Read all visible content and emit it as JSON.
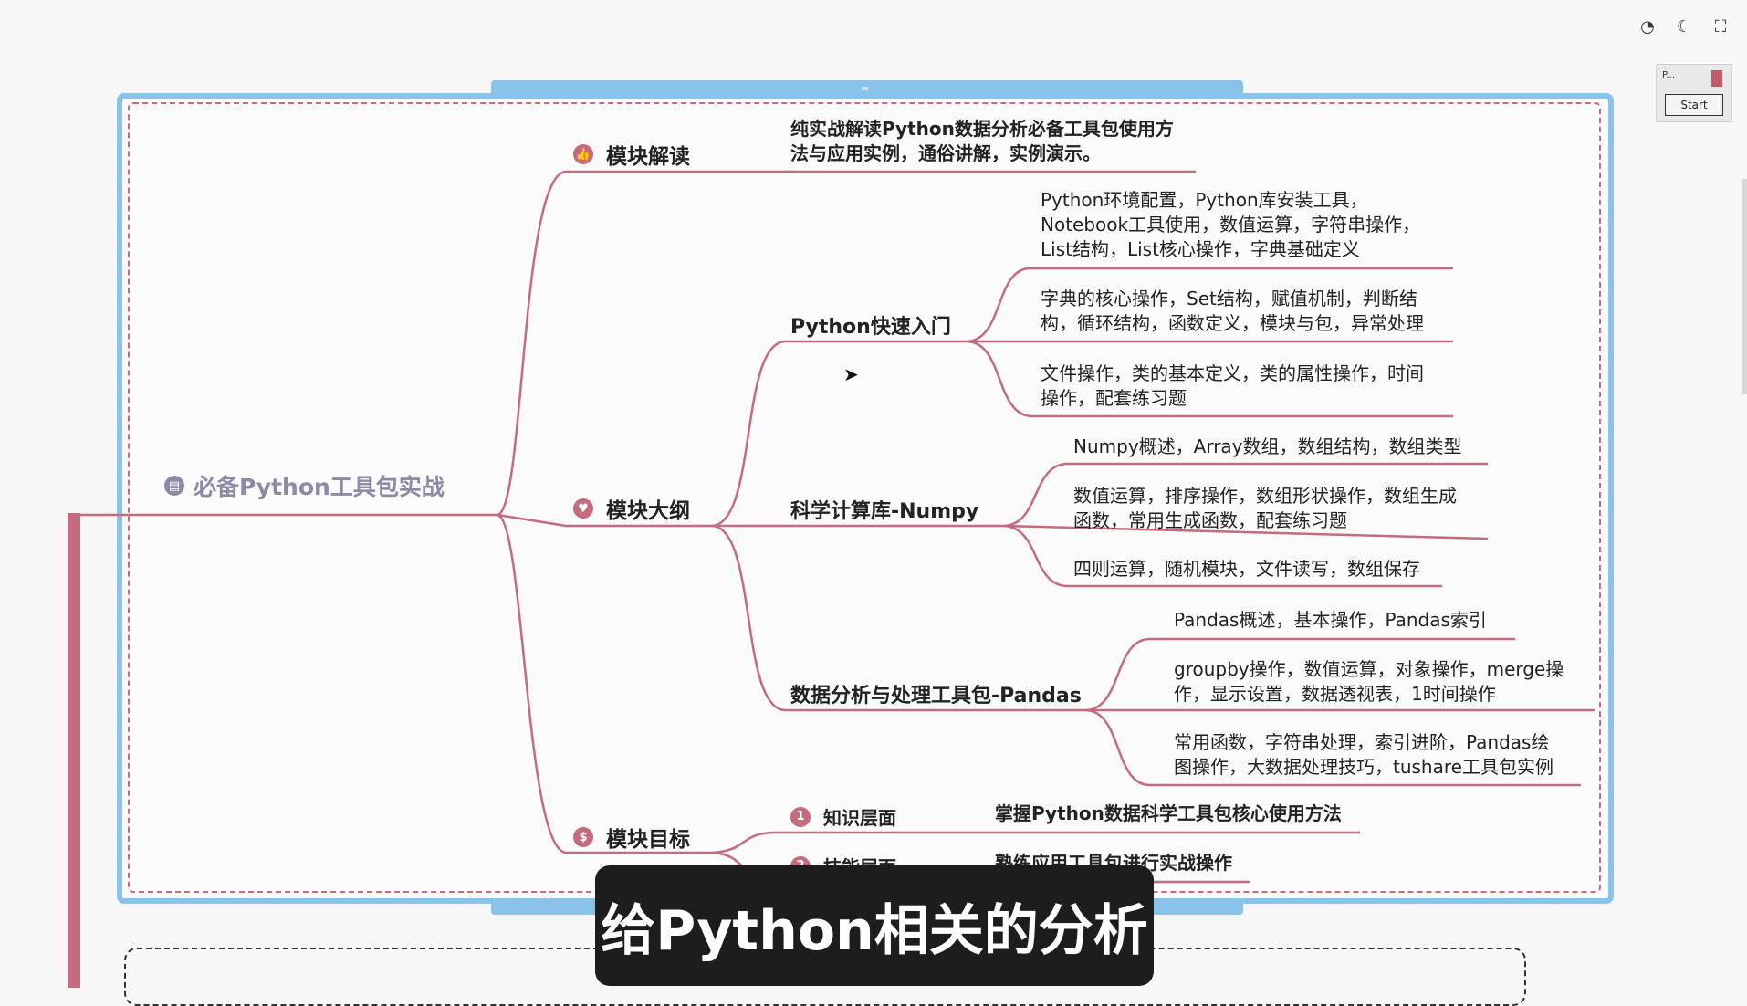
{
  "colors": {
    "accent": "#c46b7d",
    "frame": "#89c3ea",
    "root_text": "#8e8aa6",
    "subtitle_bg": "#1d1d1d"
  },
  "top_icons": [
    "speedometer-icon",
    "moon-icon",
    "fullscreen-icon"
  ],
  "thumbnail": {
    "label": "P...",
    "button": "Start"
  },
  "root": {
    "icon": "board-icon",
    "title": "必备Python工具包实战"
  },
  "branch1": {
    "icon": "thumbs-up-icon",
    "label": "模块解读",
    "text_lines": [
      "纯实战解读Python数据分析必备工具包使用方",
      "法与应用实例，通俗讲解，实例演示。"
    ]
  },
  "branch2": {
    "icon": "heart-icon",
    "label": "模块大纲",
    "python": {
      "label": "Python快速入门",
      "leaves": [
        [
          "Python环境配置，Python库安装工具，",
          "Notebook工具使用，数值运算，字符串操作，",
          "List结构，List核心操作，字典基础定义"
        ],
        [
          "字典的核心操作，Set结构，赋值机制，判断结",
          "构，循环结构，函数定义，模块与包，异常处理"
        ],
        [
          "文件操作，类的基本定义，类的属性操作，时间",
          "操作，配套练习题"
        ]
      ]
    },
    "numpy": {
      "label": "科学计算库-Numpy",
      "leaves": [
        [
          "Numpy概述，Array数组，数组结构，数组类型"
        ],
        [
          "数值运算，排序操作，数组形状操作，数组生成",
          "函数，常用生成函数，配套练习题"
        ],
        [
          "四则运算，随机模块，文件读写，数组保存"
        ]
      ]
    },
    "pandas": {
      "label": "数据分析与处理工具包-Pandas",
      "leaves": [
        [
          "Pandas概述，基本操作，Pandas索引"
        ],
        [
          "groupby操作，数值运算，对象操作，merge操",
          "作，显示设置，数据透视表，1时间操作"
        ],
        [
          "常用函数，字符串处理，索引进阶，Pandas绘",
          "图操作，大数据处理技巧，tushare工具包实例"
        ]
      ]
    }
  },
  "branch3": {
    "icon": "dollar-icon",
    "label": "模块目标",
    "items": [
      {
        "num": "1",
        "label": "知识层面",
        "text": "掌握Python数据科学工具包核心使用方法"
      },
      {
        "num": "2",
        "label": "技能层面",
        "text": "熟练应用工具包进行实战操作"
      }
    ]
  },
  "subtitle": "给Python相关的分析"
}
